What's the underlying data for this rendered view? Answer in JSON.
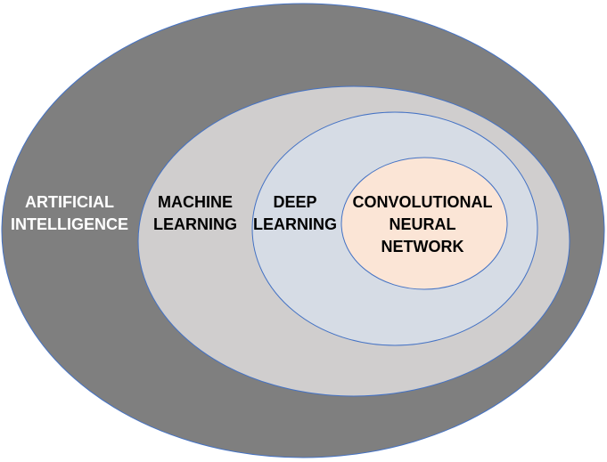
{
  "diagram": {
    "title": "Nested sets of AI fields",
    "colors": {
      "ai_fill": "#7f7f7f",
      "ml_fill": "#d0cece",
      "dl_fill": "#d6dce5",
      "cnn_fill": "#fbe5d6",
      "outline": "#4472c4",
      "light_text": "#ffffff",
      "dark_text": "#000000"
    },
    "sets": [
      {
        "id": "artificial-intelligence",
        "name": "ARTIFICIAL INTELLIGENCE",
        "lines": [
          "ARTIFICIAL",
          "INTELLIGENCE"
        ]
      },
      {
        "id": "machine-learning",
        "name": "MACHINE LEARNING",
        "lines": [
          "MACHINE",
          "LEARNING"
        ]
      },
      {
        "id": "deep-learning",
        "name": "DEEP LEARNING",
        "lines": [
          "DEEP",
          "LEARNING"
        ]
      },
      {
        "id": "convolutional-neural-network",
        "name": "CONVOLUTIONAL NEURAL NETWORK",
        "lines": [
          "CONVOLUTIONAL",
          "NEURAL",
          "NETWORK"
        ]
      }
    ]
  }
}
